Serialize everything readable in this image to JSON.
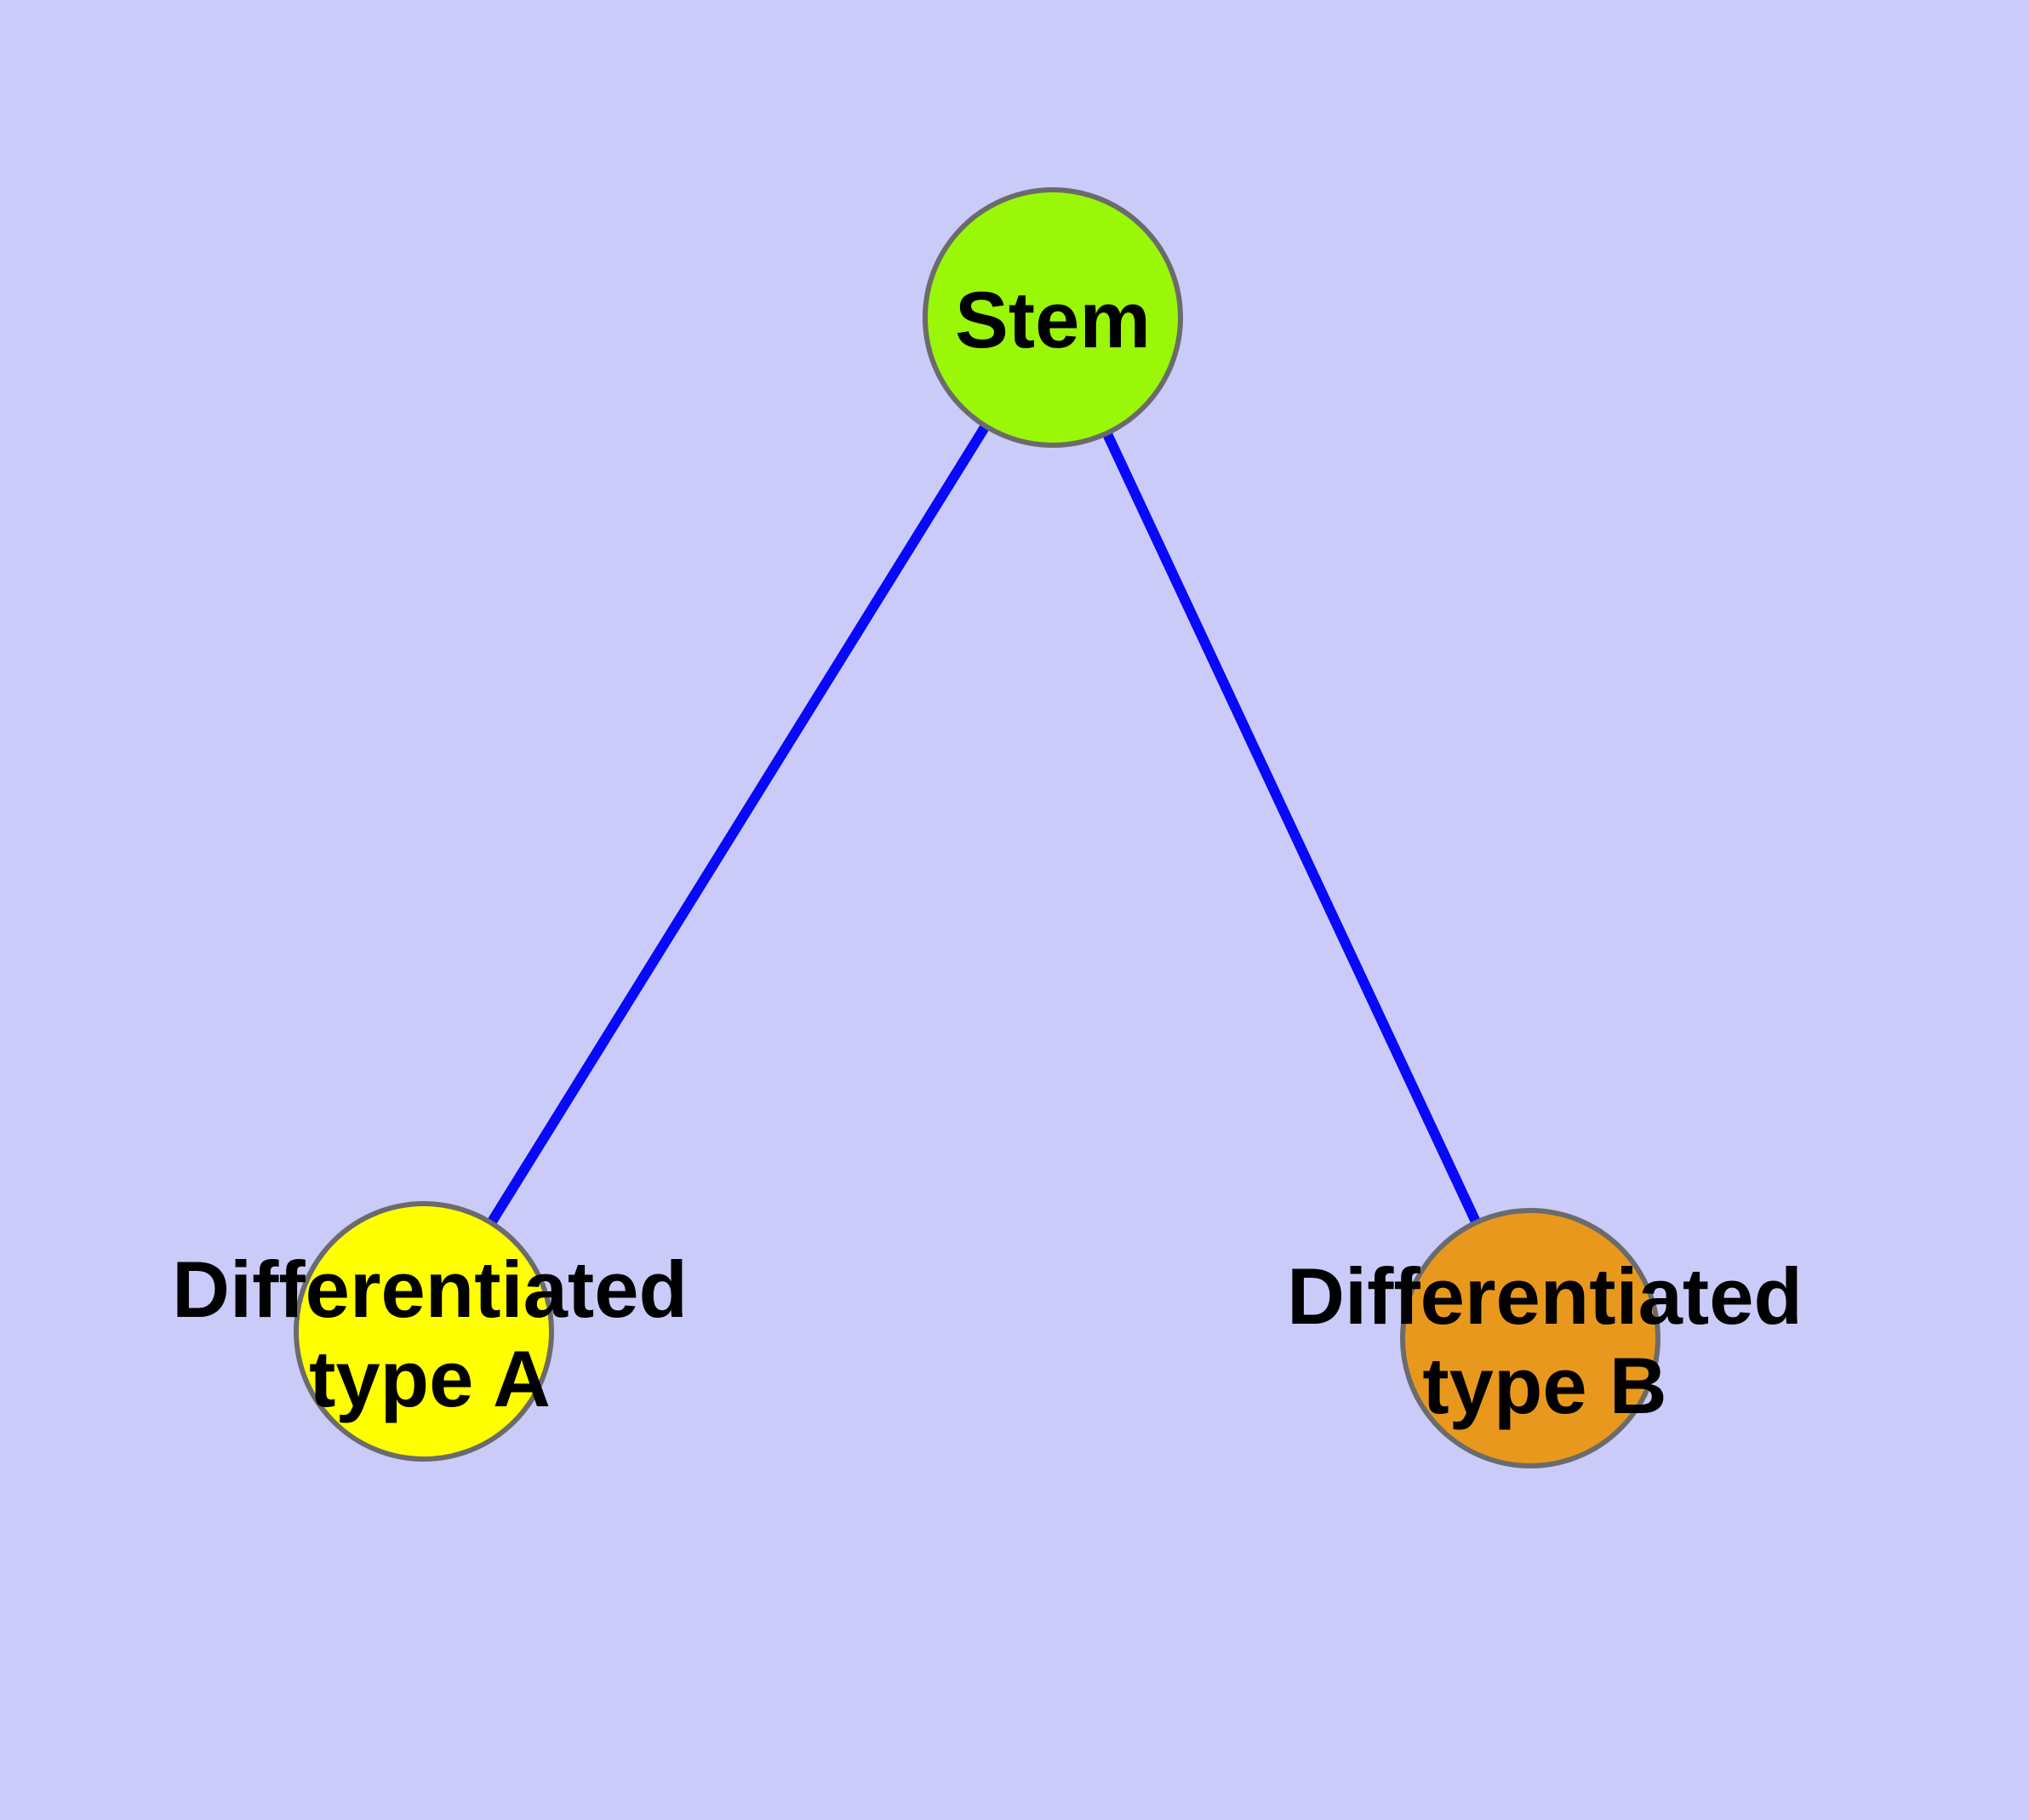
{
  "diagram": {
    "type": "graph",
    "background_color": "#CBCBF9",
    "edge_color": "#0808FA",
    "node_border_color": "#6B6B6B",
    "label_color": "#000000",
    "nodes": [
      {
        "id": "stem",
        "label": "Stem",
        "lines": [
          "Stem"
        ],
        "fill": "#9AF708"
      },
      {
        "id": "differentiated-type-a",
        "label": "Differentiated type A",
        "lines": [
          "Differentiated",
          "type A"
        ],
        "fill": "#FFFF00"
      },
      {
        "id": "differentiated-type-b",
        "label": "Differentiated type B",
        "lines": [
          "Differentiated",
          "type B"
        ],
        "fill": "#E8991D"
      }
    ],
    "edges": [
      {
        "from": "Stem",
        "to": "Differentiated type A"
      },
      {
        "from": "Stem",
        "to": "Differentiated type B"
      }
    ]
  }
}
